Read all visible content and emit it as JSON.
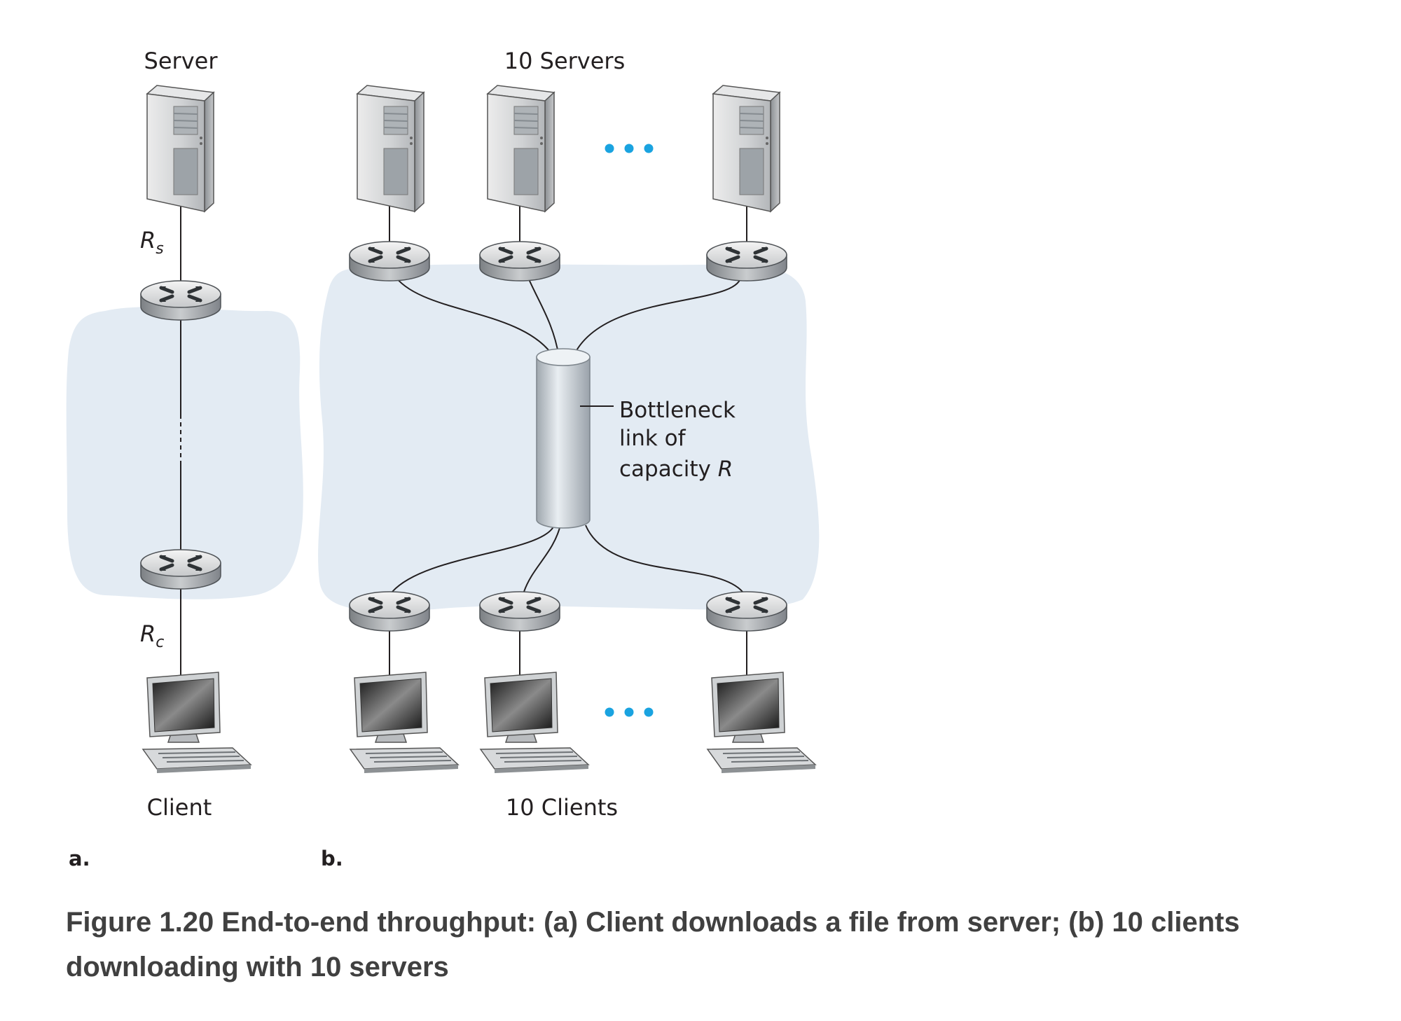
{
  "diagram": {
    "panel_a": {
      "panel_label": "a.",
      "server_label": "Server",
      "client_label": "Client",
      "rate_server": {
        "symbol": "R",
        "subscript": "s"
      },
      "rate_client": {
        "symbol": "R",
        "subscript": "c"
      }
    },
    "panel_b": {
      "panel_label": "b.",
      "servers_label": "10 Servers",
      "clients_label": "10 Clients",
      "bottleneck": {
        "line1": "Bottleneck",
        "line2": "link of",
        "line3_prefix": "capacity ",
        "line3_symbol": "R"
      }
    },
    "colors": {
      "network_cloud": "#e3ebf3",
      "ellipsis_dots": "#1aa3e0",
      "caption_text": "#404040"
    }
  },
  "caption": "Figure 1.20 End-to-end throughput: (a) Client downloads a file from server; (b) 10 clients downloading with 10 servers"
}
